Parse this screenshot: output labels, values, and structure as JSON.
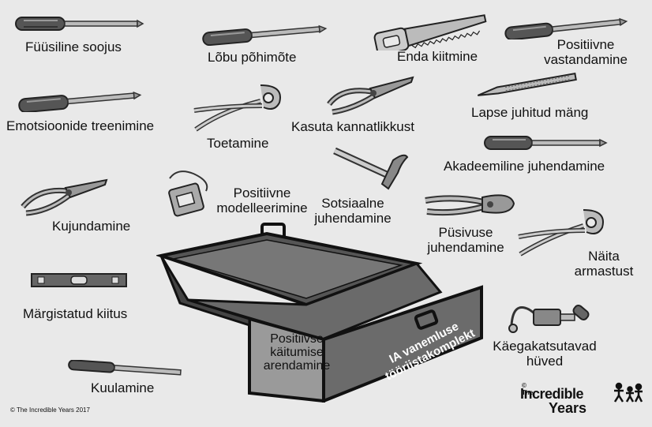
{
  "labels": {
    "fuusiline": "Füüsiline soojus",
    "lobu": "Lõbu põhimõte",
    "enda": "Enda kiitmine",
    "positiivne_vastandamine_1": "Positiivne",
    "positiivne_vastandamine_2": "vastandamine",
    "emotsioonide": "Emotsioonide treenimine",
    "toetamine": "Toetamine",
    "kasuta": "Kasuta kannatlikkust",
    "lapse": "Lapse juhitud mäng",
    "akadeemiline": "Akadeemiline juhendamine",
    "positiivne_modelleerimine_1": "Positiivne",
    "positiivne_modelleerimine_2": "modelleerimine",
    "sotsiaalne_1": "Sotsiaalne",
    "sotsiaalne_2": "juhendamine",
    "kujundamine": "Kujundamine",
    "pusivuse_1": "Püsivuse",
    "pusivuse_2": "juhendamine",
    "naita_1": "Näita",
    "naita_2": "armastust",
    "margistatud": "Märgistatud kiitus",
    "kaegakatsutavad_1": "Käegakatsutavad",
    "huved": "hüved",
    "kuulamine": "Kuulamine"
  },
  "toolbox": {
    "front_1": "Positiivse",
    "front_2": "käitumise",
    "front_3": "arendamine",
    "side_1": "IA vanemluse",
    "side_2": "tööriistakomplekt"
  },
  "copyright": "© The Incredible Years 2017",
  "logo": {
    "the": "© The",
    "line1": "Incredible",
    "line2": "Years"
  }
}
